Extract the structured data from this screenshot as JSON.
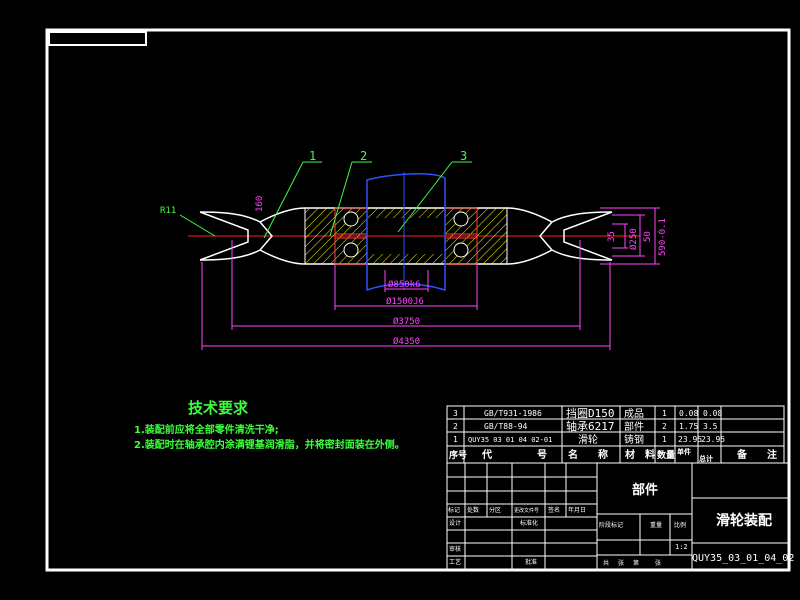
{
  "drawing": {
    "part_labels": [
      "1",
      "2",
      "3"
    ],
    "dim_r": "R11",
    "dim_160": "160",
    "dim_850": "Ø850k6",
    "dim_1500": "Ø1500J6",
    "dim_3750": "Ø3750",
    "dim_4350": "Ø4350",
    "dim_d250": "Ø250",
    "dim_590": "590-0.1",
    "dim_50": "50",
    "dim_35": "35"
  },
  "tech": {
    "title": "技术要求",
    "lines": [
      "1.装配前应将全部零件清洗干净;",
      "2.装配时在轴承腔内涂满锂基润滑脂，并将密封面装在外侧。"
    ]
  },
  "bom": {
    "rows": [
      {
        "no": "3",
        "code": "GB/T931-1986",
        "name": "挡圈D150",
        "qty": "1",
        "material": "成品",
        "w1": "0.08",
        "w2": "0.08",
        "note": ""
      },
      {
        "no": "2",
        "code": "GB/T88-94",
        "name": "轴承6217",
        "qty": "2",
        "material": "部件",
        "w1": "1.75",
        "w2": "3.5",
        "note": ""
      },
      {
        "no": "1",
        "code": "QUY35 03 01 04 02-01",
        "name": "滑轮",
        "qty": "1",
        "material": "铸钢",
        "w1": "23.95",
        "w2": "23.95",
        "note": ""
      }
    ],
    "header": [
      "序号",
      "代",
      "号",
      "名",
      "称",
      "材",
      "料",
      "数量",
      "单件",
      "总计",
      "备",
      "注"
    ]
  },
  "titleblock": {
    "category": "部件",
    "name": "滑轮装配",
    "drawing_no": "QUY35_03_01_04_02",
    "labels": [
      "标记",
      "处数",
      "分区",
      "更改文件号",
      "签名",
      "年月日",
      "设计",
      "标准化",
      "审核",
      "工艺",
      "批准",
      "阶段标记",
      "重量",
      "比例",
      "共",
      "张",
      "第",
      "张"
    ],
    "scale": "1:2"
  },
  "colors": {
    "background": "#000000",
    "frame": "#ffffff",
    "part_outline": "#ffffff",
    "hatch": "#ffff00",
    "bearing": "#ff4040",
    "shaft": "#3050ff",
    "dimension": "#ff44ff",
    "leader": "#3cff3c",
    "centerline": "#ff2020",
    "text_green": "#3cff3c"
  }
}
